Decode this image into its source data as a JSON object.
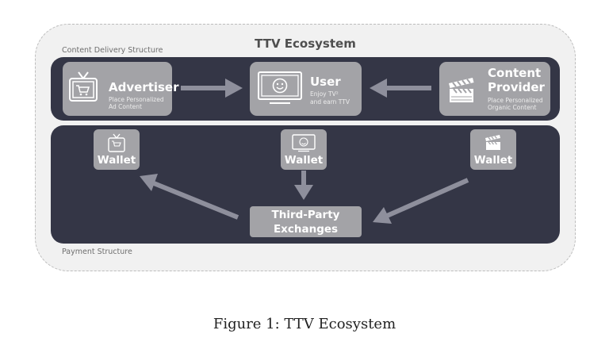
{
  "diagram": {
    "title": "TTV Ecosystem",
    "content_section_label": "Content Delivery Structure",
    "payment_section_label": "Payment Structure",
    "advertiser": {
      "title": "Advertiser",
      "subtitle_line1": "Place Personalized",
      "subtitle_line2": "Ad Content"
    },
    "user": {
      "title": "User",
      "subtitle_line1": "Enjoy TV²",
      "subtitle_line2": "and earn TTV"
    },
    "content_provider": {
      "title_line1": "Content",
      "title_line2": "Provider",
      "subtitle_line1": "Place Personalized",
      "subtitle_line2": "Organic Content"
    },
    "wallets": [
      "Wallet",
      "Wallet",
      "Wallet"
    ],
    "exchange": {
      "line1": "Third-Party",
      "line2": "Exchanges"
    },
    "icons": [
      "tv-cart-icon",
      "tv-smiley-icon",
      "clapperboard-icon"
    ],
    "colors": {
      "panel": "#343646",
      "card": "#a3a3a7",
      "arrow": "#8e8f9c",
      "background": "#f1f1f1"
    }
  },
  "caption": "Figure 1: TTV Ecosystem"
}
